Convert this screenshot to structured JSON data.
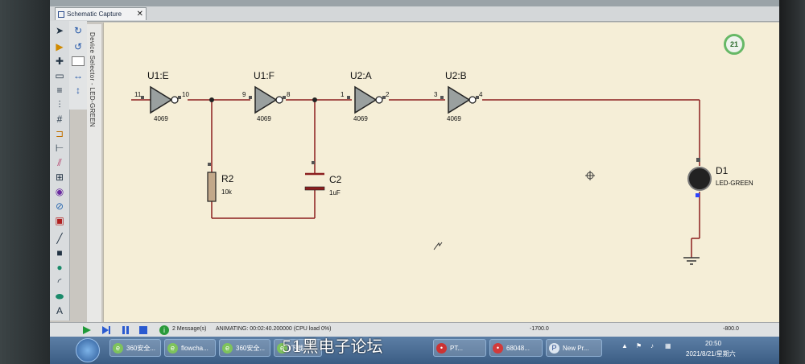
{
  "app": {
    "tab_title": "Schematic Capture",
    "tab_close": "✕"
  },
  "device_selector": {
    "label": "Device Selector - LED-GREEN"
  },
  "badge": {
    "value": "21"
  },
  "schematic": {
    "components": [
      {
        "ref": "U1:E",
        "part": "4069",
        "pin_in": "11",
        "pin_out": "10"
      },
      {
        "ref": "U1:F",
        "part": "4069",
        "pin_in": "9",
        "pin_out": "8"
      },
      {
        "ref": "U2:A",
        "part": "4069",
        "pin_in": "1",
        "pin_out": "2"
      },
      {
        "ref": "U2:B",
        "part": "4069",
        "pin_in": "3",
        "pin_out": "4"
      }
    ],
    "r2": {
      "ref": "R2",
      "value": "10k"
    },
    "c2": {
      "ref": "C2",
      "value": "1uF"
    },
    "d1": {
      "ref": "D1",
      "value": "LED-GREEN"
    }
  },
  "statusbar": {
    "messages": "2 Message(s)",
    "animating": "ANIMATING: 00:02:40.200000 (CPU load 0%)",
    "coord_x": "-1700.0",
    "coord_y": "-800.0"
  },
  "taskbar": {
    "items": [
      "360安全...",
      "flowcha...",
      "360安全...",
      "下载",
      "PT...",
      "68048...",
      "New Pr..."
    ],
    "clock_time": "20:50",
    "clock_date": "2021/8/21/星期六"
  },
  "watermark": "51黑电子论坛",
  "colors": {
    "canvas": "#f5eed7",
    "wire": "#8b1e1e",
    "component": "#1a1a1a",
    "led": "#222222"
  }
}
